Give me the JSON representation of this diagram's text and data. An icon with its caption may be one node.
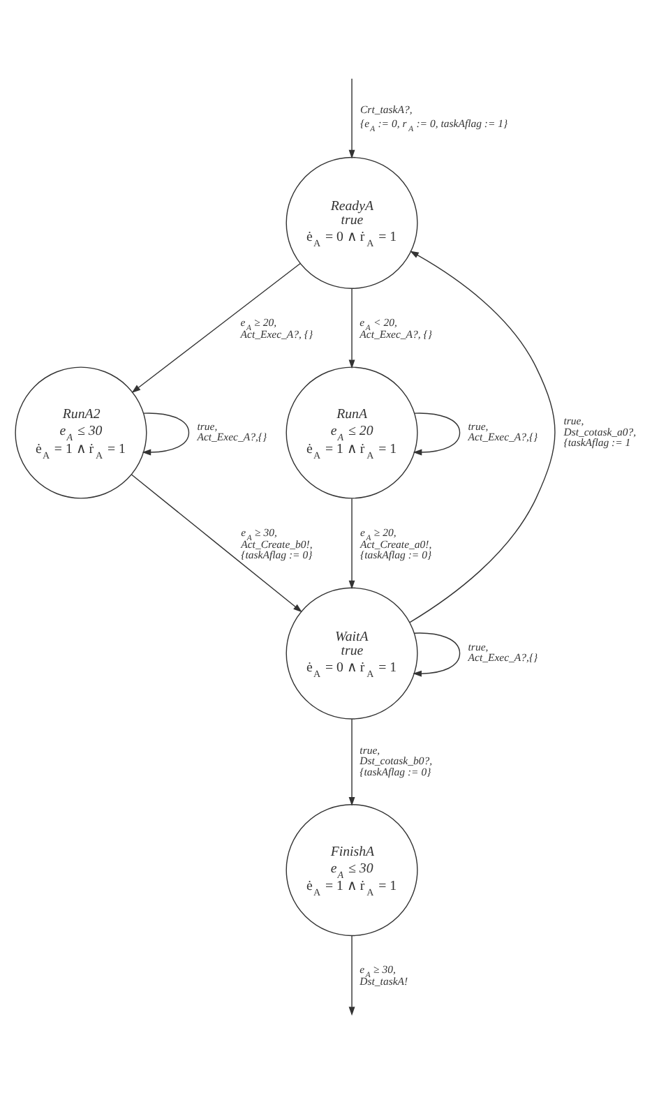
{
  "diagram": {
    "nodes": [
      {
        "text": [
          "ReadyA",
          "true",
          "ė$_{A}$ = 0 ∧ ṙ$_{A}$ = 1"
        ]
      },
      {
        "text": [
          "RunA2",
          "e$_{A}$ ≤ 30",
          "ė$_{A}$ = 1 ∧ ṙ$_{A}$ = 1"
        ]
      },
      {
        "text": [
          "RunA",
          "e$_{A}$ ≤ 20",
          "ė$_{A}$ = 1 ∧ ṙ$_{A}$ = 1"
        ]
      },
      {
        "text": [
          "WaitA",
          "true",
          "ė$_{A}$ = 0 ∧ ṙ$_{A}$ = 1"
        ]
      },
      {
        "text": [
          "FinishA",
          "e$_{A}$ ≤ 30",
          "ė$_{A}$ = 1 ∧ ṙ$_{A}$ = 1"
        ]
      }
    ],
    "edges": [
      {
        "from": null,
        "to": 0,
        "arrow": "to",
        "label": "Crt_taskA?, {e$_{A}$ := 0, r$_{A}$ := 0, taskAflag := 1}"
      },
      {
        "from": 0,
        "to": 1,
        "arrow": "to",
        "label": "e$_{A}$ ≥ 20, Act_Exec_A?, {}"
      },
      {
        "from": 0,
        "to": 2,
        "arrow": "to",
        "label": "e$_{A}$ < 20, Act_Exec_A?, {}"
      },
      {
        "from": 1,
        "to": 1,
        "arrow": "to",
        "label": "true, Act_Exec_A?,{}"
      },
      {
        "from": 2,
        "to": 2,
        "arrow": "to",
        "label": "true, Act_Exec_A?,{}"
      },
      {
        "from": 1,
        "to": 3,
        "arrow": "to",
        "label": "e$_{A}$ ≥ 30, Act_Create_b0!, {taskAflag := 0}"
      },
      {
        "from": 2,
        "to": 3,
        "arrow": "to",
        "label": "e$_{A}$ ≥ 20, Act_Create_a0!, {taskAflag := 0}"
      },
      {
        "from": 3,
        "to": 0,
        "arrow": "to",
        "label": "true, Dst_cotask_a0?, {taskAflag := 1"
      },
      {
        "from": 3,
        "to": 3,
        "arrow": "to",
        "label": "true, Act_Exec_A?,{}"
      },
      {
        "from": 3,
        "to": 4,
        "arrow": "to",
        "label": "true, Dst_cotask_b0?, {taskAflag := 0}"
      },
      {
        "from": 4,
        "to": null,
        "arrow": "to",
        "label": "e$_{A}$ ≥ 30, Dst_taskA!"
      }
    ]
  }
}
